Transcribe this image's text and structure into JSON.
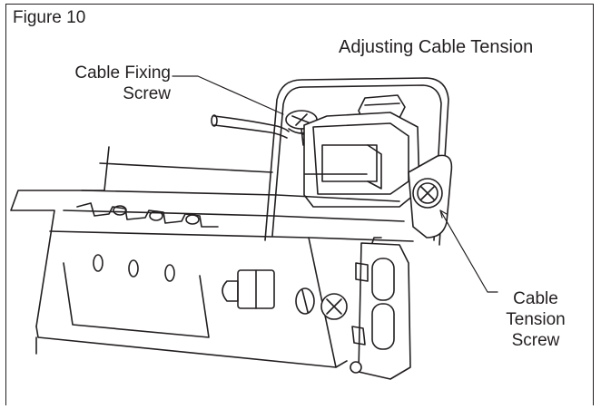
{
  "figure": {
    "label": "Figure 10",
    "caption": "Adjusting Cable Tension"
  },
  "callouts": {
    "cable_fixing_screw": {
      "line1": "Cable Fixing",
      "line2": "Screw"
    },
    "cable_tension_screw": {
      "line1": "Cable",
      "line2": "Tension",
      "line3": "Screw"
    }
  },
  "colors": {
    "ink": "#231f20",
    "paper": "#ffffff"
  }
}
